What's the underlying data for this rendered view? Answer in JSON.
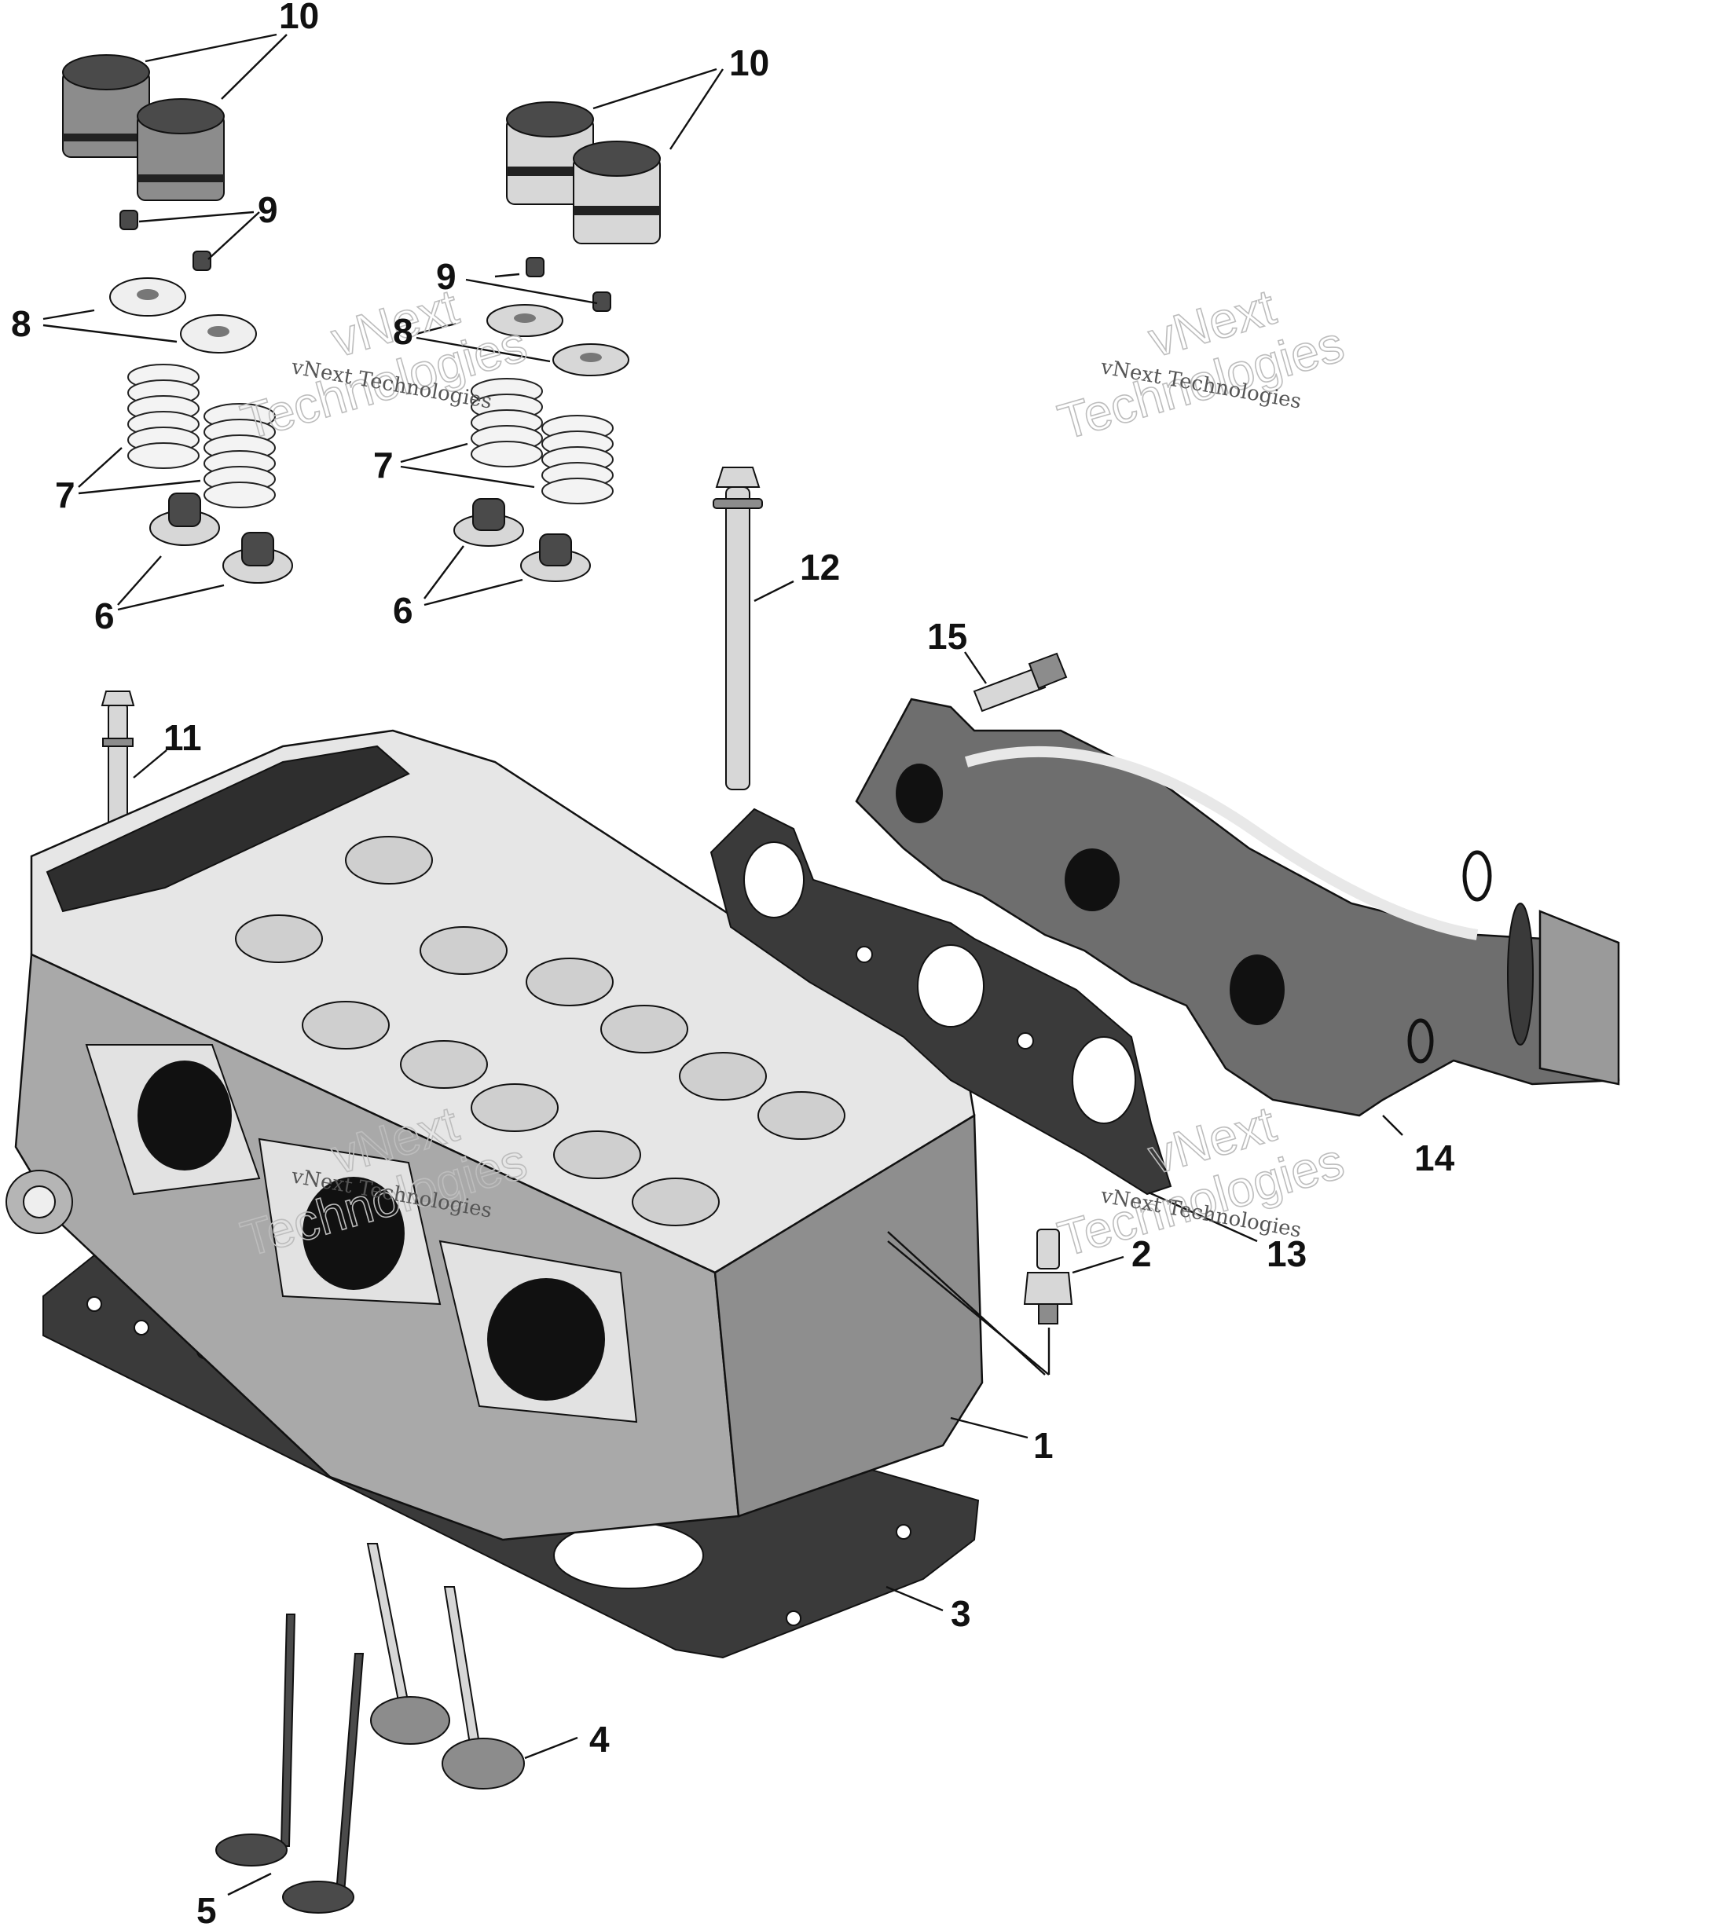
{
  "callouts": {
    "c1": "1",
    "c2": "2",
    "c3": "3",
    "c4": "4",
    "c5": "5",
    "c6a": "6",
    "c6b": "6",
    "c7a": "7",
    "c7b": "7",
    "c8a": "8",
    "c8b": "8",
    "c9a": "9",
    "c9b": "9",
    "c10a": "10",
    "c10b": "10",
    "c11": "11",
    "c12": "12",
    "c13": "13",
    "c14": "14",
    "c15": "15"
  },
  "watermark": {
    "small": "vNext Technologies",
    "big_line1": "vNext",
    "big_line2": "Technologies"
  },
  "part_icons": {
    "cylinder_head": "cylinder-head-icon",
    "sensor": "sensor-icon",
    "head_gasket": "head-gasket-icon",
    "valve": "valve-icon",
    "valve_seal": "valve-seal-icon",
    "valve_spring": "valve-spring-icon",
    "spring_retainer": "spring-retainer-icon",
    "valve_keeper": "valve-keeper-icon",
    "tappet": "tappet-icon",
    "bolt": "bolt-icon",
    "exhaust_gasket": "exhaust-gasket-icon",
    "exhaust_manifold": "exhaust-manifold-icon"
  }
}
